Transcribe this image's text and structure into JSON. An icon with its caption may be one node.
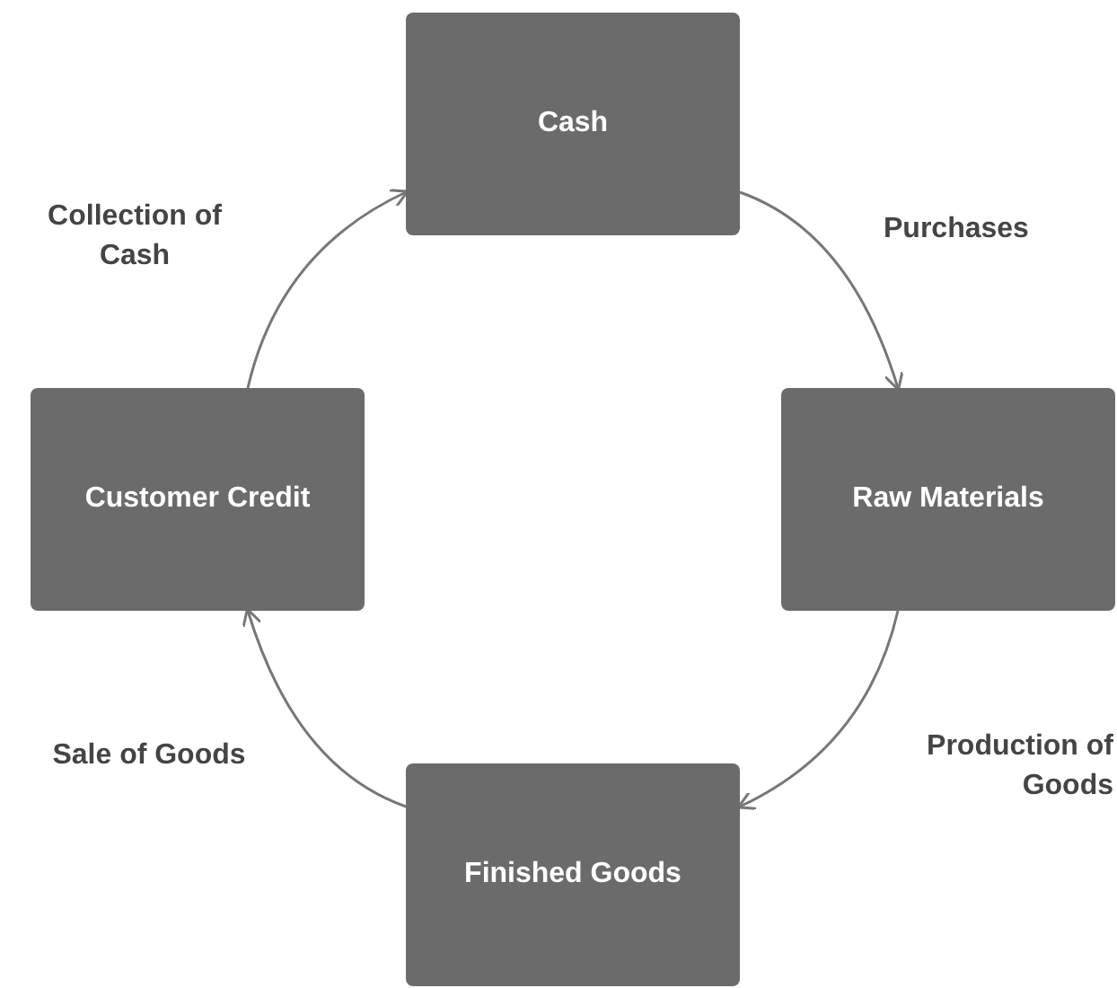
{
  "diagram": {
    "nodes": [
      {
        "text": [
          "Cash"
        ]
      },
      {
        "text": [
          "Raw Materials"
        ]
      },
      {
        "text": [
          "Finished Goods"
        ]
      },
      {
        "text": [
          "Customer Credit"
        ]
      }
    ],
    "edges": [
      {
        "from": 0,
        "to": 1,
        "arrow": "to",
        "label": "Purchases"
      },
      {
        "from": 1,
        "to": 2,
        "arrow": "to",
        "label": "Production of Goods"
      },
      {
        "from": 2,
        "to": 3,
        "arrow": "to",
        "label": "Sale of Goods"
      },
      {
        "from": 3,
        "to": 0,
        "arrow": "to",
        "label": "Collection of Cash"
      }
    ]
  }
}
